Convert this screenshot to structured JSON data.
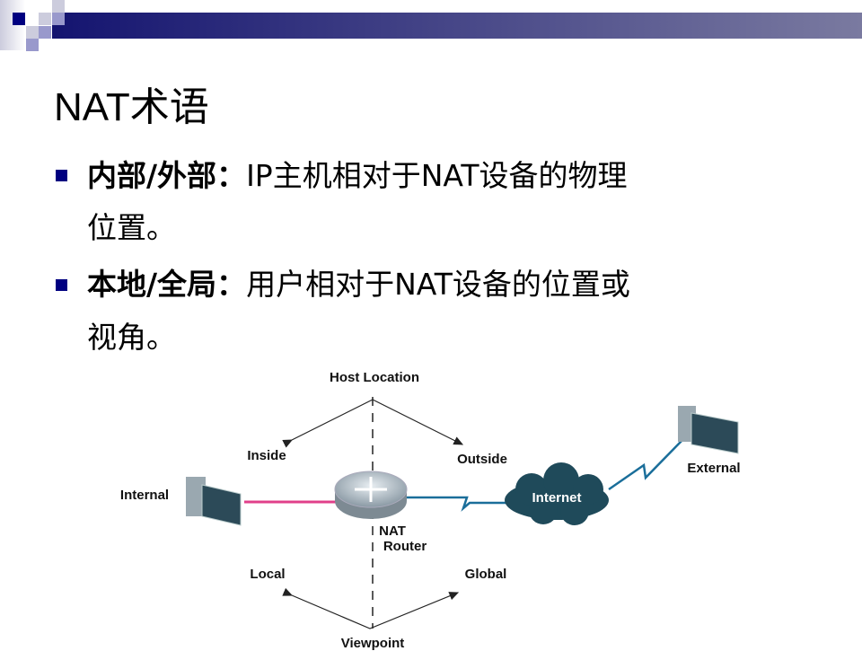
{
  "slide": {
    "title": "NAT术语",
    "bullets": [
      {
        "term": "内部/外部：",
        "text_line1": "IP主机相对于NAT设备的物理",
        "text_line2": "位置。"
      },
      {
        "term": "本地/全局：",
        "text_line1": "用户相对于NAT设备的位置或",
        "text_line2": "视角。"
      }
    ]
  },
  "diagram": {
    "host_location": "Host Location",
    "inside": "Inside",
    "outside": "Outside",
    "internal": "Internal",
    "external": "External",
    "internet": "Internet",
    "router_line1": "NAT",
    "router_line2": "Router",
    "local": "Local",
    "global": "Global",
    "viewpoint": "Viewpoint",
    "colors": {
      "inside_link": "#e0408a",
      "outside_link": "#1a6e9a",
      "cloud": "#1f4a5a",
      "accent": "#000080"
    }
  }
}
